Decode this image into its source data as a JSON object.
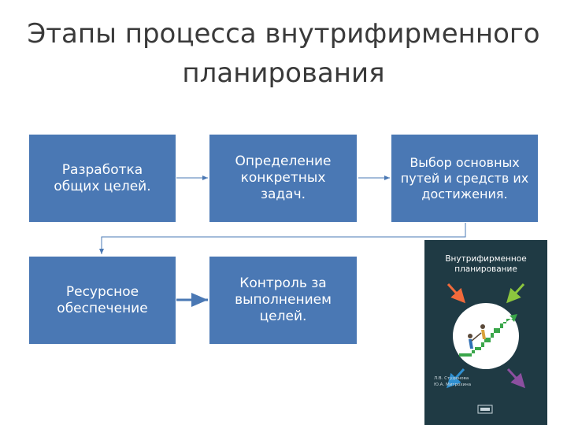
{
  "title": {
    "line1": "Этапы процесса внутрифирменного",
    "line2": "планирования"
  },
  "boxes": {
    "b1": "Разработка общих целей.",
    "b2": "Определение конкретных задач.",
    "b3": "Выбор основных путей и средств их достижения.",
    "b4": "Ресурсное обеспечение",
    "b5": "Контроль за выполнением целей."
  },
  "book": {
    "title_line1": "Внутрифирменное",
    "title_line2": "планирование",
    "author1": "Л.В. Студенова",
    "author2": "Ю.А. Митрохина",
    "cover_color": "#1f3a44",
    "circle_color": "#ffffff",
    "arrow_colors": [
      "#f26a3b",
      "#8cc63e",
      "#2f8fd0",
      "#8c4fa0"
    ],
    "icon": "climbing-people-arrow-icon"
  },
  "colors": {
    "box_fill": "#4a78b4",
    "connector": "#4a78b4",
    "title_text": "#3a3a3a"
  }
}
